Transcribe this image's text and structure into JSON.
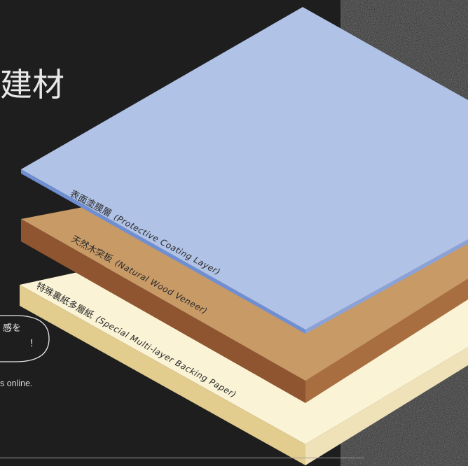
{
  "heading": "建材",
  "callout": {
    "line1": "感を",
    "line2": "！",
    "line3": "s online."
  },
  "layers": [
    {
      "id": "coating",
      "jp": "表面塗膜層",
      "en": "(Protective Coating Layer)",
      "color": "#b0c2e6"
    },
    {
      "id": "veneer",
      "jp": "天然木突板",
      "en": "(Natural Wood Veneer)",
      "color": "#c89a66"
    },
    {
      "id": "paper",
      "jp": "特殊裏紙多層紙",
      "en": "(Special Multi-layer Backing Paper)",
      "color": "#fbf3d5"
    }
  ]
}
